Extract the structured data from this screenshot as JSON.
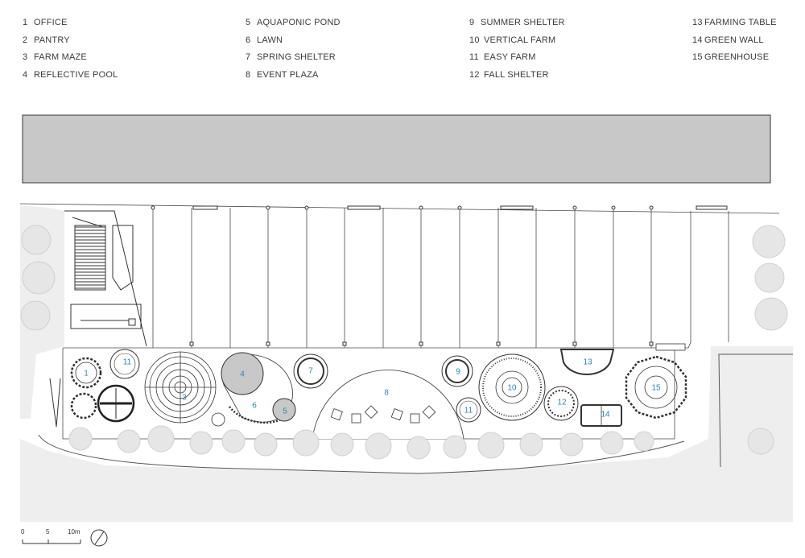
{
  "legend": {
    "columns": [
      [
        {
          "num": "1",
          "label": "OFFICE"
        },
        {
          "num": "2",
          "label": "PANTRY"
        },
        {
          "num": "3",
          "label": "FARM MAZE"
        },
        {
          "num": "4",
          "label": "REFLECTIVE POOL"
        }
      ],
      [
        {
          "num": "5",
          "label": "AQUAPONIC POND"
        },
        {
          "num": "6",
          "label": "LAWN"
        },
        {
          "num": "7",
          "label": "SPRING SHELTER"
        },
        {
          "num": "8",
          "label": "EVENT PLAZA"
        }
      ],
      [
        {
          "num": "9",
          "label": "SUMMER SHELTER"
        },
        {
          "num": "10",
          "label": "VERTICAL FARM"
        },
        {
          "num": "11",
          "label": "EASY FARM"
        },
        {
          "num": "12",
          "label": "FALL SHELTER"
        }
      ],
      [
        {
          "num": "13",
          "label": "FARMING TABLE"
        },
        {
          "num": "14",
          "label": "GREEN WALL"
        },
        {
          "num": "15",
          "label": "GREENHOUSE"
        }
      ]
    ]
  },
  "map_labels": [
    "1",
    "11",
    "3",
    "4",
    "6",
    "5",
    "7",
    "8",
    "9",
    "11",
    "10",
    "12",
    "13",
    "14",
    "15"
  ],
  "scale": {
    "ticks": [
      "0",
      "5",
      "10m"
    ]
  },
  "colors": {
    "label": "#2a86b8",
    "building": "#c8c8c8",
    "ground": "#eeeeee",
    "line": "#4a4a4a"
  }
}
